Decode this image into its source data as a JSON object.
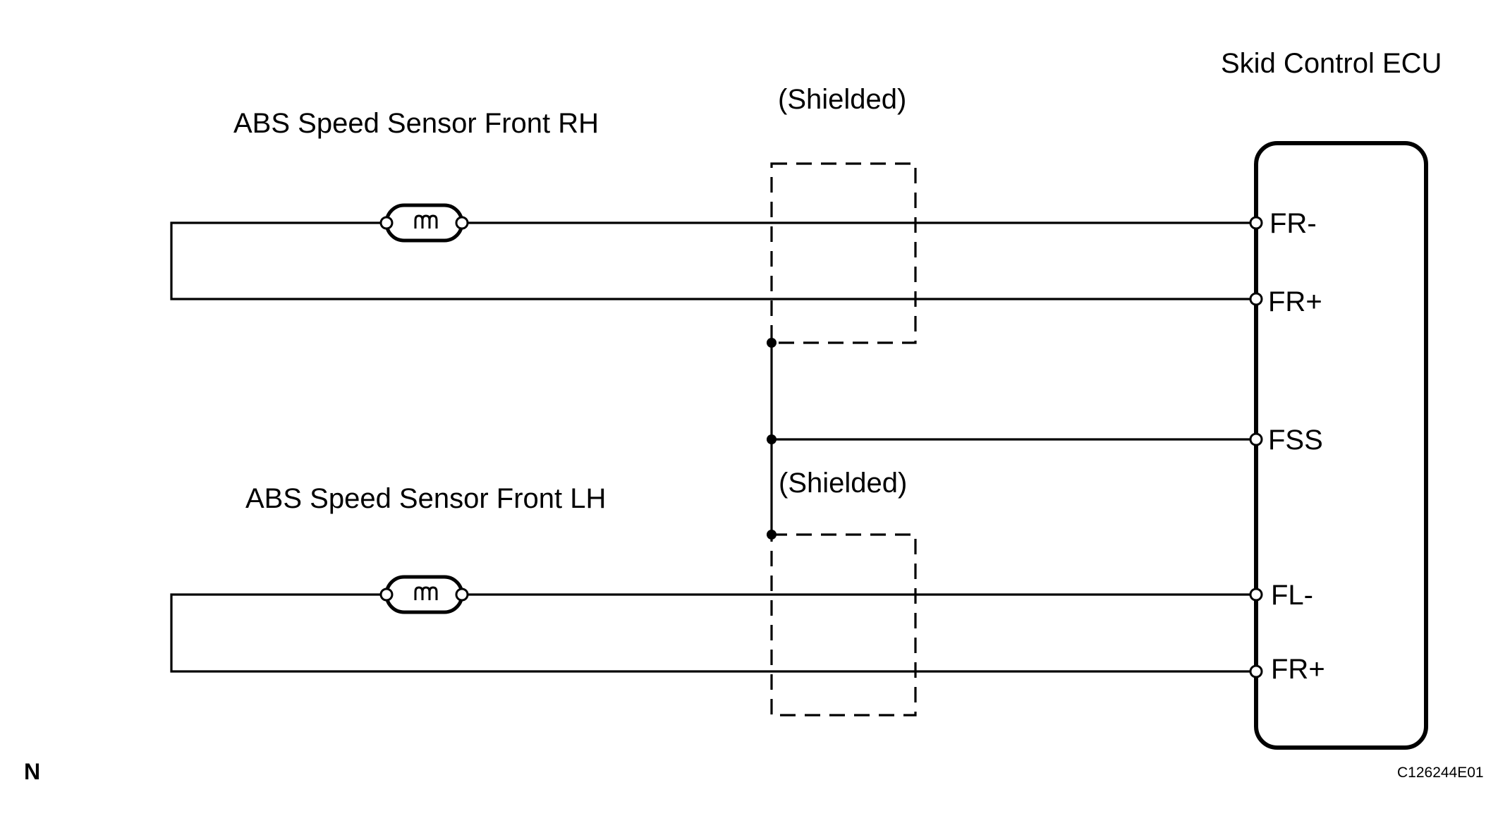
{
  "ecu": {
    "title": "Skid Control ECU",
    "terminals": [
      "FR-",
      "FR+",
      "FSS",
      "FL-",
      "FR+"
    ]
  },
  "sensors": [
    {
      "label": "ABS Speed Sensor Front RH"
    },
    {
      "label": "ABS Speed Sensor Front LH"
    }
  ],
  "shields": [
    {
      "label": "(Shielded)"
    },
    {
      "label": "(Shielded)"
    }
  ],
  "footer": {
    "page_letter": "N",
    "figure_code": "C126244E01"
  }
}
